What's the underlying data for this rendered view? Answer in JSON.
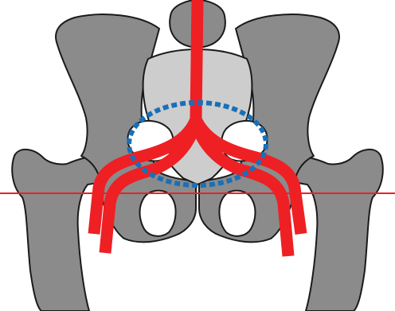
{
  "diagram": {
    "subject": "pelvis-with-arterial-bifurcation",
    "colors": {
      "bone": "#8b8b8b",
      "bone_outline": "#1a1a1a",
      "sacrum": "#cdcdcd",
      "artery": "#ee2024",
      "reference_line": "#ee2024",
      "region_ring": "#1a6fb8",
      "background": "#ffffff"
    },
    "elements": [
      "left-femur",
      "right-femur",
      "left-iliac-wing",
      "right-iliac-wing",
      "sacrum",
      "obturator-foramen",
      "aorta",
      "iliac-arteries",
      "horizontal-reference-line",
      "dashed-region-ellipse"
    ]
  }
}
